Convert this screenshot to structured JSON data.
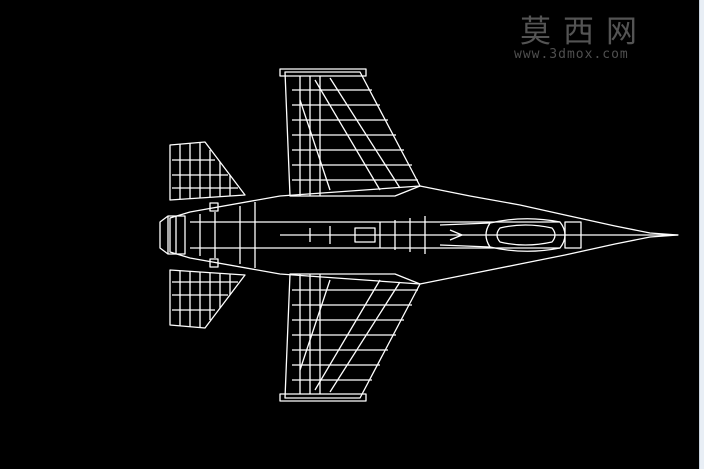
{
  "watermark": {
    "chinese": "莫西网",
    "url": "www.3dmox.com"
  },
  "colors": {
    "background": "#000000",
    "wireframe": "#ffffff",
    "watermark": "#5e5e5e"
  },
  "drawing": {
    "subject": "fighter-jet-wireframe",
    "view": "top"
  }
}
